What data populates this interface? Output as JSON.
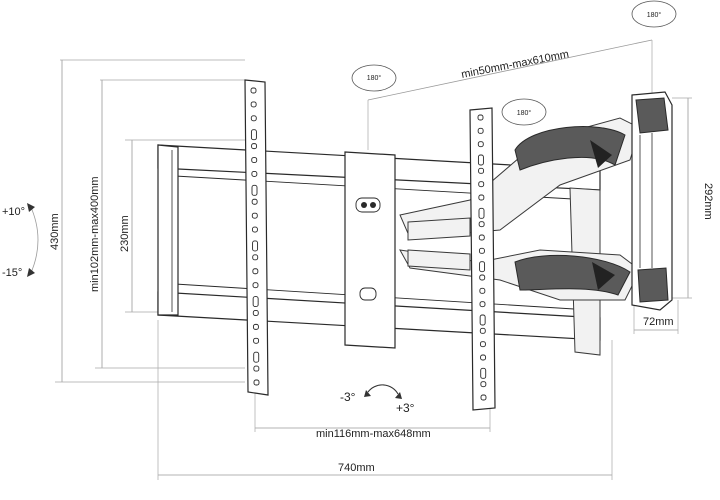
{
  "dimensions": {
    "arm_extension": "min50mm-max610mm",
    "vesa_height_max": "430mm",
    "vesa_height_range": "min102mm-max400mm",
    "inner_height": "230mm",
    "vesa_width_range": "min116mm-max648mm",
    "overall_width": "740mm",
    "wall_plate_height": "292mm",
    "wall_plate_width": "72mm"
  },
  "tilt": {
    "up": "+10°",
    "down": "-15°"
  },
  "level_adjust": {
    "left": "-3°",
    "right": "+3°"
  },
  "rotation_badges": [
    "180°",
    "180°",
    "180°"
  ]
}
